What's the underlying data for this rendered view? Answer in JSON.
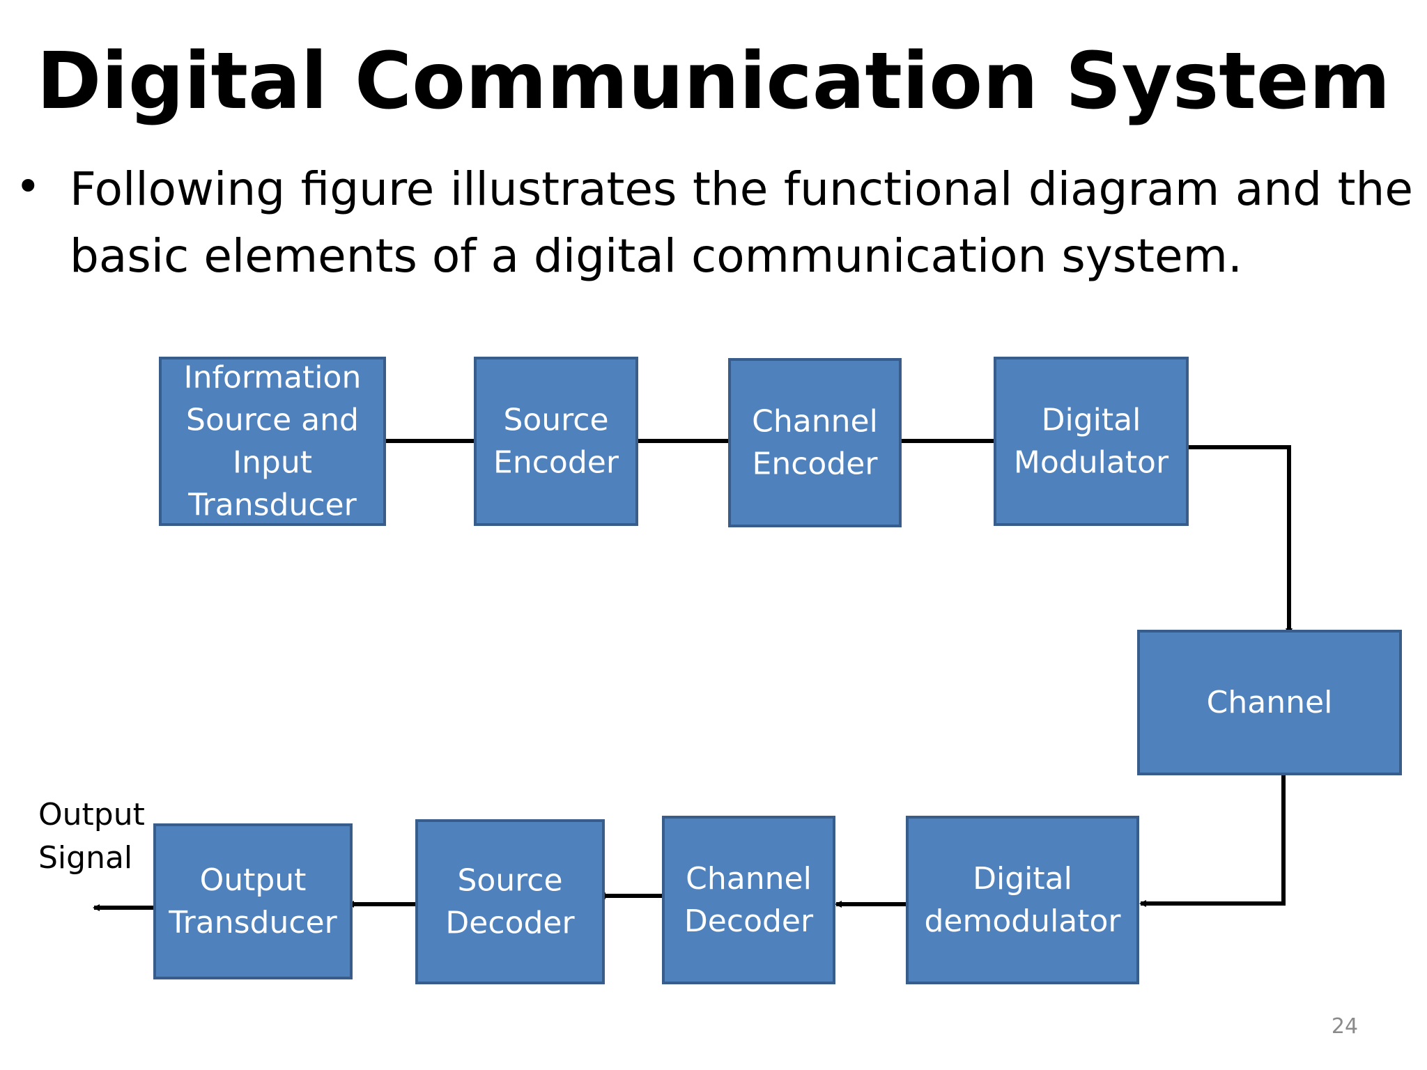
{
  "title": "Digital Communication System",
  "bullet": "Following figure illustrates the functional diagram and the basic elements of a digital communication system.",
  "colors": {
    "box_fill": "#4F81BD",
    "box_stroke": "#385D8A",
    "box_text": "#FFFFFF",
    "arrow": "#000000",
    "page_number": "#8A8A8A"
  },
  "diagram": {
    "blocks": [
      {
        "id": "info-source",
        "lines": [
          "Information",
          "Source and",
          "Input",
          "Transducer"
        ]
      },
      {
        "id": "source-encoder",
        "lines": [
          "Source",
          "Encoder"
        ]
      },
      {
        "id": "channel-encoder",
        "lines": [
          "Channel",
          "Encoder"
        ]
      },
      {
        "id": "digital-modulator",
        "lines": [
          "Digital",
          "Modulator"
        ]
      },
      {
        "id": "channel",
        "lines": [
          "Channel"
        ]
      },
      {
        "id": "digital-demodulator",
        "lines": [
          "Digital",
          "demodulator"
        ]
      },
      {
        "id": "channel-decoder",
        "lines": [
          "Channel",
          "Decoder"
        ]
      },
      {
        "id": "source-decoder",
        "lines": [
          "Source",
          "Decoder"
        ]
      },
      {
        "id": "output-transducer",
        "lines": [
          "Output",
          "Transducer"
        ]
      }
    ],
    "connections": [
      {
        "from": "info-source",
        "to": "source-encoder"
      },
      {
        "from": "source-encoder",
        "to": "channel-encoder"
      },
      {
        "from": "channel-encoder",
        "to": "digital-modulator"
      },
      {
        "from": "digital-modulator",
        "to": "channel"
      },
      {
        "from": "channel",
        "to": "digital-demodulator"
      },
      {
        "from": "digital-demodulator",
        "to": "channel-decoder"
      },
      {
        "from": "channel-decoder",
        "to": "source-decoder"
      },
      {
        "from": "source-decoder",
        "to": "output-transducer"
      },
      {
        "from": "output-transducer",
        "to": "output-signal"
      }
    ],
    "output_label": [
      "Output",
      "Signal"
    ]
  },
  "page_number": "24"
}
